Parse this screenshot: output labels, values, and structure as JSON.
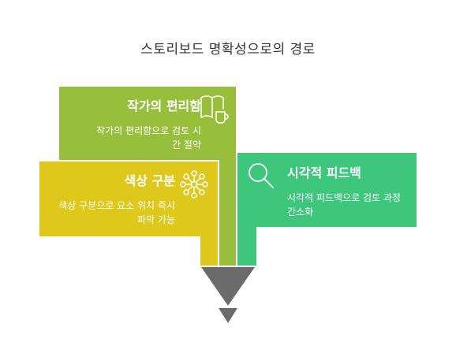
{
  "title": "스토리보드 명확성으로의 경로",
  "colors": {
    "green_light": "#97bf3c",
    "yellow": "#dfc81c",
    "green": "#3ec67c",
    "funnel_dark": "#6b6b6b",
    "title_text": "#333333"
  },
  "cards": [
    {
      "id": "author",
      "title": "작가의 편리함",
      "description": "작가의 편리함으로 검토 시간 절약",
      "icon": "book-cup-icon",
      "color": "#97bf3c"
    },
    {
      "id": "color",
      "title": "색상 구분",
      "description": "색상 구분으로 요소 위치 즉시 파악 가능",
      "icon": "network-icon",
      "color": "#dfc81c"
    },
    {
      "id": "visual",
      "title": "시각적 피드백",
      "description": "시각적 피드백으로 검토 과정 간소화",
      "icon": "magnifier-icon",
      "color": "#3ec67c"
    }
  ]
}
